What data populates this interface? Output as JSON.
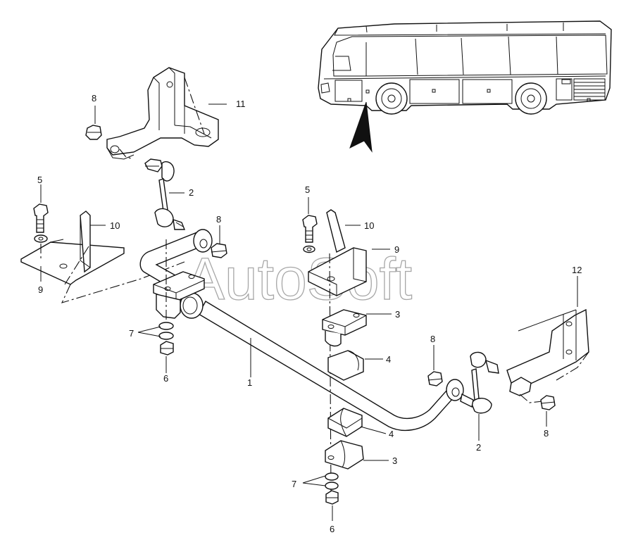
{
  "watermark": "AutoSoft",
  "callouts": {
    "c1": "1",
    "c2_top": "2",
    "c2_bottom": "2",
    "c3_upper": "3",
    "c3_lower": "3",
    "c4_upper": "4",
    "c4_lower": "4",
    "c5_left": "5",
    "c5_center": "5",
    "c6_left": "6",
    "c6_center": "6",
    "c7_left": "7",
    "c7_center": "7",
    "c8_top": "8",
    "c8_middle": "8",
    "c8_right_top": "8",
    "c8_right_bottom": "8",
    "c9_left": "9",
    "c9_center": "9",
    "c10_left": "10",
    "c10_center": "10",
    "c11": "11",
    "c12": "12"
  }
}
